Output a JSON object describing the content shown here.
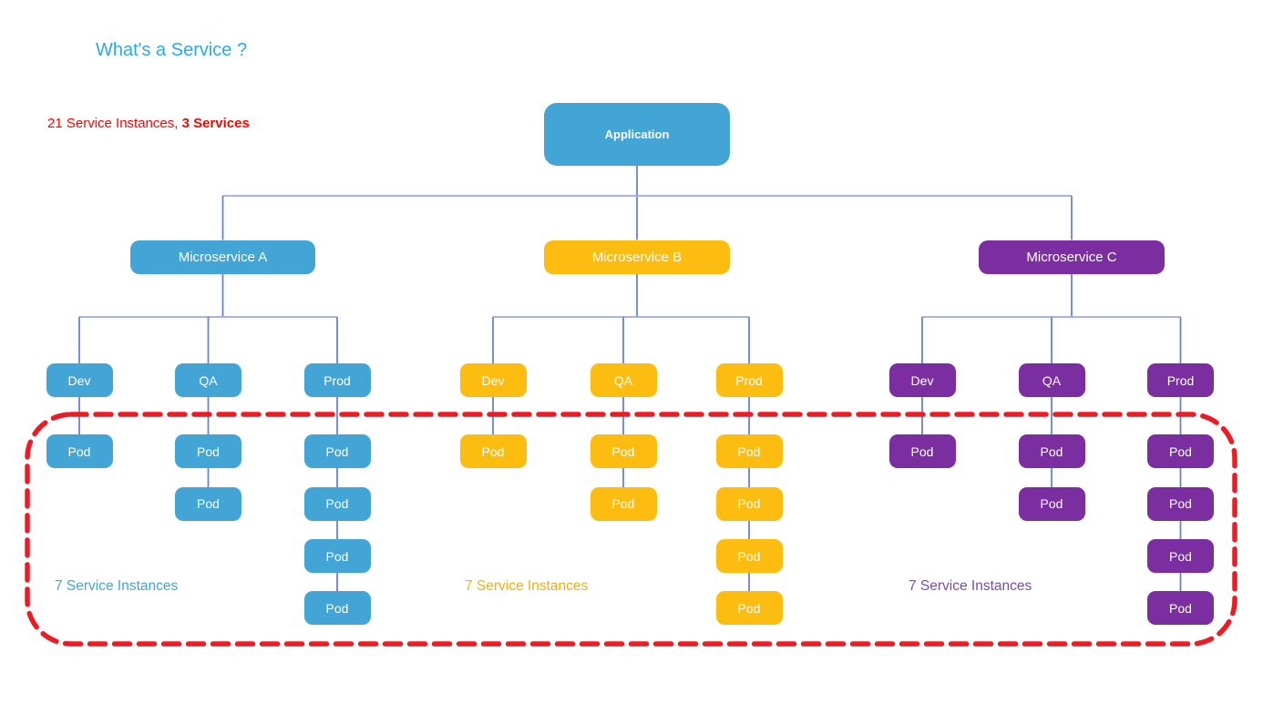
{
  "title": "What's a Service ?",
  "note": {
    "prefix": "21 Service Instances, ",
    "bold": "3 Services"
  },
  "root": {
    "label": "Application",
    "color": "#42A5D6"
  },
  "pod_label": "Pod",
  "groups": [
    {
      "label": "Microservice A",
      "color": "#42A5D6",
      "caption": "7 Service Instances",
      "caption_color": "#42A5D6",
      "children": [
        {
          "label": "Dev",
          "pods": 1
        },
        {
          "label": "QA",
          "pods": 2
        },
        {
          "label": "Prod",
          "pods": 4
        }
      ]
    },
    {
      "label": "Microservice B",
      "color": "#FDBD10",
      "caption": "7 Service Instances",
      "caption_color": "#F2B00C",
      "children": [
        {
          "label": "Dev",
          "pods": 1
        },
        {
          "label": "QA",
          "pods": 2
        },
        {
          "label": "Prod",
          "pods": 4
        }
      ]
    },
    {
      "label": "Microservice C",
      "color": "#7B2E9F",
      "caption": "7 Service Instances",
      "caption_color": "#7D4BA8",
      "children": [
        {
          "label": "Dev",
          "pods": 1
        },
        {
          "label": "QA",
          "pods": 2
        },
        {
          "label": "Prod",
          "pods": 4
        }
      ]
    }
  ],
  "colors": {
    "title": "#29ABE2",
    "note": "#FB0303",
    "line_vertical": "#6884CE",
    "line_horizontal": "#97A9DF",
    "scope_outline": "#EC1C24"
  }
}
